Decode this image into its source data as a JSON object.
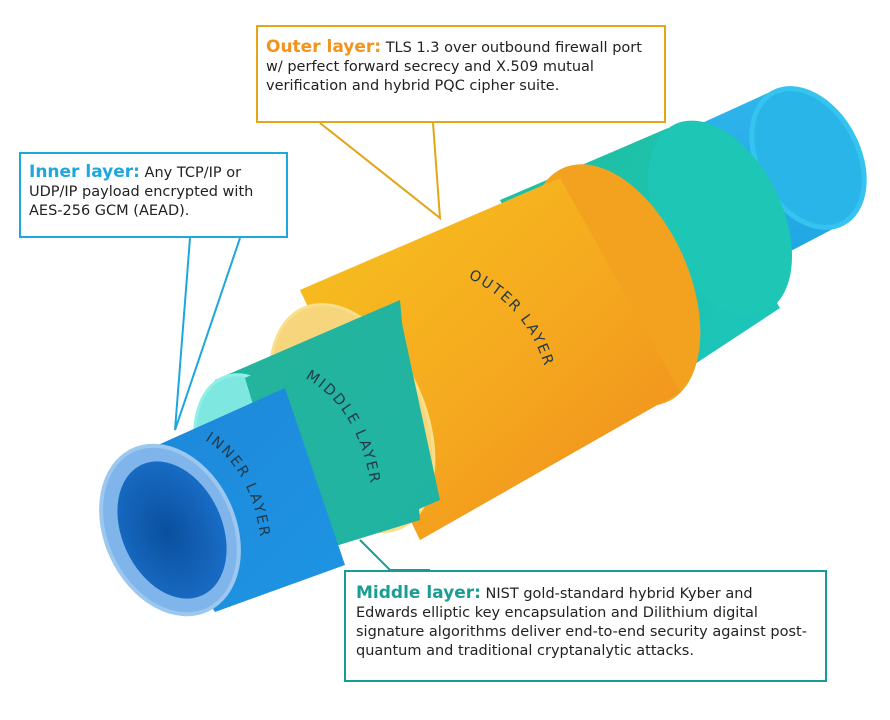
{
  "callouts": {
    "outer": {
      "label": "Outer layer:",
      "text": " TLS 1.3 over outbound firewall port w/ perfect forward secrecy and X.509 mutual verification and hybrid PQC cipher suite.",
      "color": "#f3931c"
    },
    "inner": {
      "label": "Inner layer:",
      "text": " Any TCP/IP or UDP/IP payload encrypted with AES-256 GCM (AEAD).",
      "color": "#1ea6de"
    },
    "middle": {
      "label": "Middle layer:",
      "text": " NIST gold-standard hybrid Kyber and Edwards elliptic key encapsulation and Dilithium digital signature algorithms deliver end-to-end security against post-quantum and traditional cryptanalytic attacks.",
      "color": "#1a9d95"
    }
  },
  "tube_labels": {
    "inner": "INNER LAYER",
    "middle": "MIDDLE LAYER",
    "outer": "OUTER LAYER"
  },
  "colors": {
    "inner_tube": "#1c8ee0",
    "middle_tube": "#22bfae",
    "outer_tube": "#f6ad1e",
    "pointer_outer": "#e4a519",
    "pointer_inner": "#1ea6de",
    "pointer_middle": "#169c94"
  }
}
